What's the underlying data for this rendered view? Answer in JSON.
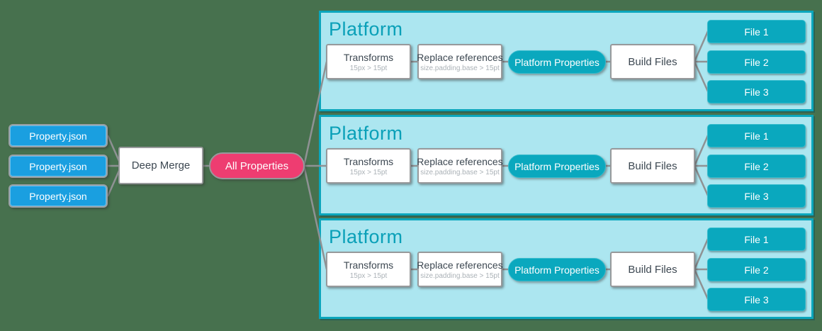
{
  "colors": {
    "background": "#47714e",
    "source_blue": "#1a9fe0",
    "teal": "#0aa8be",
    "pink": "#ee3d71",
    "panel_background": "#ace6f0",
    "panel_border": "#0ba6bc",
    "panel_title": "#0aa0b8",
    "connector_gray": "#8f9294",
    "box_border_gray": "#97999b"
  },
  "sources": [
    {
      "label": "Property.json"
    },
    {
      "label": "Property.json"
    },
    {
      "label": "Property.json"
    }
  ],
  "merge": {
    "label": "Deep Merge"
  },
  "all_properties": {
    "label": "All Properties"
  },
  "panels": [
    {
      "title": "Platform",
      "transforms": {
        "label": "Transforms",
        "sublabel": "15px > 15pt"
      },
      "replace": {
        "label": "Replace references",
        "sublabel": "size.padding.base > 15pt"
      },
      "properties": {
        "label": "Platform Properties"
      },
      "build": {
        "label": "Build Files"
      },
      "files": [
        "File 1",
        "File 2",
        "File 3"
      ]
    },
    {
      "title": "Platform",
      "transforms": {
        "label": "Transforms",
        "sublabel": "15px > 15pt"
      },
      "replace": {
        "label": "Replace references",
        "sublabel": "size.padding.base > 15pt"
      },
      "properties": {
        "label": "Platform Properties"
      },
      "build": {
        "label": "Build Files"
      },
      "files": [
        "File 1",
        "File 2",
        "File 3"
      ]
    },
    {
      "title": "Platform",
      "transforms": {
        "label": "Transforms",
        "sublabel": "15px > 15pt"
      },
      "replace": {
        "label": "Replace references",
        "sublabel": "size.padding.base > 15pt"
      },
      "properties": {
        "label": "Platform Properties"
      },
      "build": {
        "label": "Build Files"
      },
      "files": [
        "File 1",
        "File 2",
        "File 3"
      ]
    }
  ]
}
